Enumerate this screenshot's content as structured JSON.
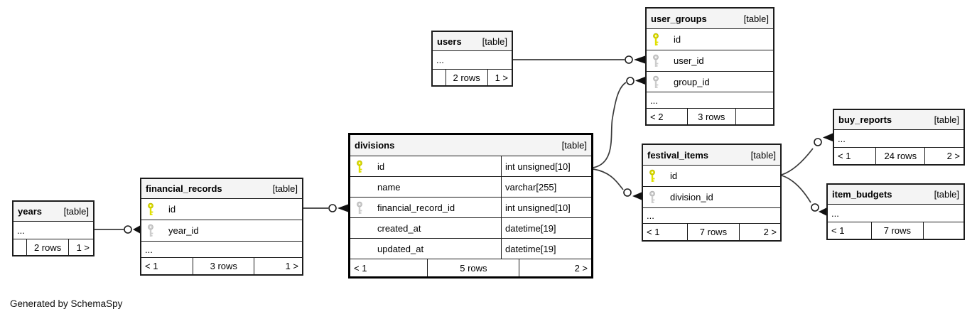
{
  "page": {
    "generated_note": "Generated by SchemaSpy"
  },
  "colors": {
    "primary_key": "#e0e000",
    "foreign_key": "#cdcdcd",
    "header_bg": "#f4f4f4",
    "border": "#1c1c1c",
    "connector": "#3a3a3a"
  },
  "tables": {
    "users": {
      "title": "users",
      "tag": "[table]",
      "rows": [
        {
          "name": "..."
        }
      ],
      "footer": {
        "left": "",
        "center": "2 rows",
        "right": "1 >"
      }
    },
    "user_groups": {
      "title": "user_groups",
      "tag": "[table]",
      "rows": [
        {
          "name": "id",
          "key": "primary"
        },
        {
          "name": "user_id",
          "key": "foreign"
        },
        {
          "name": "group_id",
          "key": "foreign"
        },
        {
          "name": "..."
        }
      ],
      "footer": {
        "left": "< 2",
        "center": "3 rows",
        "right": ""
      }
    },
    "buy_reports": {
      "title": "buy_reports",
      "tag": "[table]",
      "rows": [
        {
          "name": "..."
        }
      ],
      "footer": {
        "left": "< 1",
        "center": "24 rows",
        "right": "2 >"
      }
    },
    "festival_items": {
      "title": "festival_items",
      "tag": "[table]",
      "rows": [
        {
          "name": "id",
          "key": "primary"
        },
        {
          "name": "division_id",
          "key": "foreign"
        },
        {
          "name": "..."
        }
      ],
      "footer": {
        "left": "< 1",
        "center": "7 rows",
        "right": "2 >"
      }
    },
    "item_budgets": {
      "title": "item_budgets",
      "tag": "[table]",
      "rows": [
        {
          "name": "..."
        }
      ],
      "footer": {
        "left": "< 1",
        "center": "7 rows",
        "right": ""
      }
    },
    "divisions": {
      "title": "divisions",
      "tag": "[table]",
      "rows": [
        {
          "name": "id",
          "type": "int unsigned[10]",
          "key": "primary"
        },
        {
          "name": "name",
          "type": "varchar[255]"
        },
        {
          "name": "financial_record_id",
          "type": "int unsigned[10]",
          "key": "foreign"
        },
        {
          "name": "created_at",
          "type": "datetime[19]"
        },
        {
          "name": "updated_at",
          "type": "datetime[19]"
        }
      ],
      "footer": {
        "left": "< 1",
        "center": "5 rows",
        "right": "2 >"
      }
    },
    "financial_records": {
      "title": "financial_records",
      "tag": "[table]",
      "rows": [
        {
          "name": "id",
          "key": "primary"
        },
        {
          "name": "year_id",
          "key": "foreign"
        },
        {
          "name": "..."
        }
      ],
      "footer": {
        "left": "< 1",
        "center": "3 rows",
        "right": "1 >"
      }
    },
    "years": {
      "title": "years",
      "tag": "[table]",
      "rows": [
        {
          "name": "..."
        }
      ],
      "footer": {
        "left": "",
        "center": "2 rows",
        "right": "1 >"
      }
    }
  },
  "relationships": [
    {
      "parent": "users",
      "child": "user_groups",
      "child_column": "user_id"
    },
    {
      "parent": "divisions.id",
      "child": "user_groups",
      "child_column": "group_id"
    },
    {
      "parent": "divisions.id",
      "child": "festival_items",
      "child_column": "division_id"
    },
    {
      "parent": "financial_records.id",
      "child": "divisions",
      "child_column": "financial_record_id"
    },
    {
      "parent": "years",
      "child": "financial_records",
      "child_column": "year_id"
    },
    {
      "parent": "festival_items.id",
      "child": "buy_reports",
      "child_column": "..."
    },
    {
      "parent": "festival_items.id",
      "child": "item_budgets",
      "child_column": "..."
    }
  ]
}
